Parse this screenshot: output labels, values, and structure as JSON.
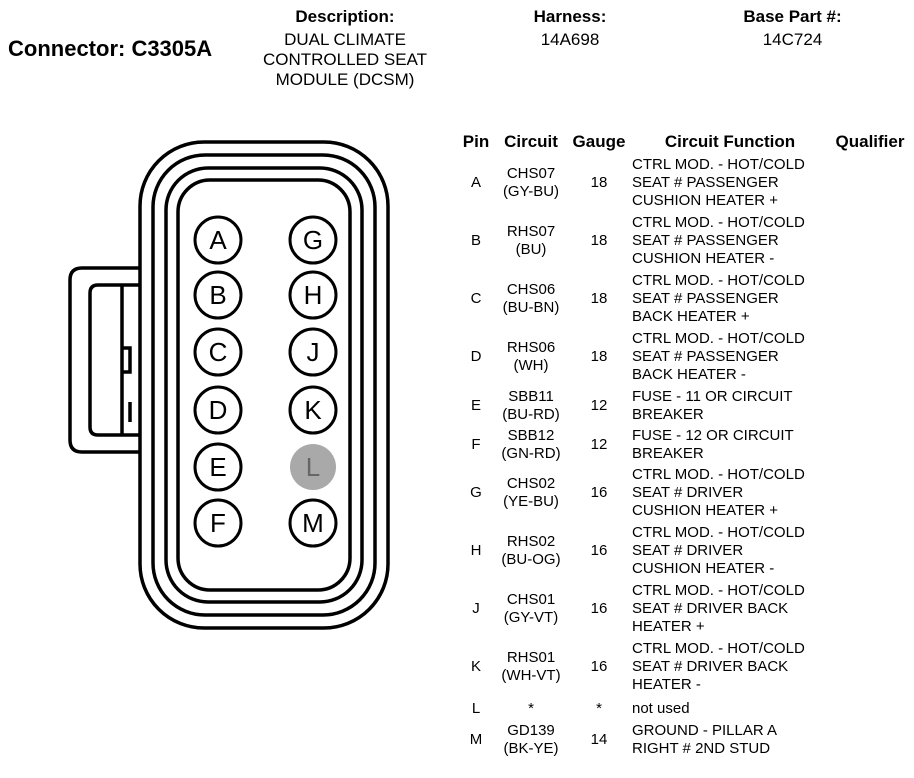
{
  "connector": {
    "label": "Connector: C3305A"
  },
  "description": {
    "label": "Description:",
    "lines": [
      "DUAL CLIMATE",
      "CONTROLLED SEAT",
      "MODULE (DCSM)"
    ]
  },
  "harness": {
    "label": "Harness:",
    "value": "14A698"
  },
  "base_part": {
    "label": "Base Part #:",
    "value": "14C724"
  },
  "diagram": {
    "pins_left": [
      "A",
      "B",
      "C",
      "D",
      "E",
      "F"
    ],
    "pins_right": [
      "G",
      "H",
      "J",
      "K",
      "L",
      "M"
    ],
    "unused_pin": "L",
    "colors": {
      "outline": "#000000",
      "unused_fill": "#a9a9a9"
    }
  },
  "table": {
    "headers": {
      "pin": "Pin",
      "circuit": "Circuit",
      "gauge": "Gauge",
      "function": "Circuit Function",
      "qualifier": "Qualifier"
    },
    "rows": [
      {
        "pin": "A",
        "circuit": [
          "CHS07",
          "(GY-BU)"
        ],
        "gauge": "18",
        "function": [
          "CTRL MOD. - HOT/COLD",
          "SEAT # PASSENGER",
          "CUSHION HEATER +"
        ],
        "qualifier": ""
      },
      {
        "pin": "B",
        "circuit": [
          "RHS07",
          "(BU)"
        ],
        "gauge": "18",
        "function": [
          "CTRL MOD. - HOT/COLD",
          "SEAT # PASSENGER",
          "CUSHION HEATER -"
        ],
        "qualifier": ""
      },
      {
        "pin": "C",
        "circuit": [
          "CHS06",
          "(BU-BN)"
        ],
        "gauge": "18",
        "function": [
          "CTRL MOD. - HOT/COLD",
          "SEAT # PASSENGER",
          "BACK HEATER +"
        ],
        "qualifier": ""
      },
      {
        "pin": "D",
        "circuit": [
          "RHS06",
          "(WH)"
        ],
        "gauge": "18",
        "function": [
          "CTRL MOD. - HOT/COLD",
          "SEAT # PASSENGER",
          "BACK HEATER -"
        ],
        "qualifier": ""
      },
      {
        "pin": "E",
        "circuit": [
          "SBB11",
          "(BU-RD)"
        ],
        "gauge": "12",
        "function": [
          "FUSE - 11 OR CIRCUIT",
          "BREAKER"
        ],
        "qualifier": ""
      },
      {
        "pin": "F",
        "circuit": [
          "SBB12",
          "(GN-RD)"
        ],
        "gauge": "12",
        "function": [
          "FUSE - 12 OR CIRCUIT",
          "BREAKER"
        ],
        "qualifier": ""
      },
      {
        "pin": "G",
        "circuit": [
          "CHS02",
          "(YE-BU)"
        ],
        "gauge": "16",
        "function": [
          "CTRL MOD. - HOT/COLD",
          "SEAT # DRIVER",
          "CUSHION HEATER +"
        ],
        "qualifier": ""
      },
      {
        "pin": "H",
        "circuit": [
          "RHS02",
          "(BU-OG)"
        ],
        "gauge": "16",
        "function": [
          "CTRL MOD. - HOT/COLD",
          "SEAT # DRIVER",
          "CUSHION HEATER -"
        ],
        "qualifier": ""
      },
      {
        "pin": "J",
        "circuit": [
          "CHS01",
          "(GY-VT)"
        ],
        "gauge": "16",
        "function": [
          "CTRL MOD. - HOT/COLD",
          "SEAT # DRIVER BACK",
          "HEATER +"
        ],
        "qualifier": ""
      },
      {
        "pin": "K",
        "circuit": [
          "RHS01",
          "(WH-VT)"
        ],
        "gauge": "16",
        "function": [
          "CTRL MOD. - HOT/COLD",
          "SEAT # DRIVER BACK",
          "HEATER -"
        ],
        "qualifier": ""
      },
      {
        "pin": "L",
        "circuit": [
          "*"
        ],
        "gauge": "*",
        "function": [
          "not used"
        ],
        "qualifier": ""
      },
      {
        "pin": "M",
        "circuit": [
          "GD139",
          "(BK-YE)"
        ],
        "gauge": "14",
        "function": [
          "GROUND - PILLAR A",
          "RIGHT # 2ND STUD"
        ],
        "qualifier": ""
      }
    ]
  }
}
